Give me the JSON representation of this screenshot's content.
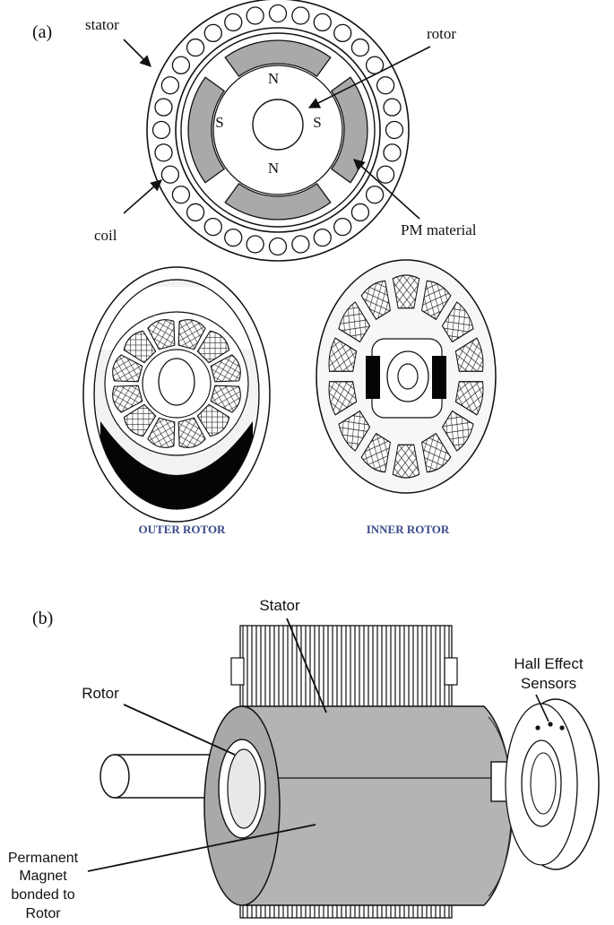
{
  "panel_a": {
    "label": "(a)",
    "labels": {
      "stator": "stator",
      "rotor": "rotor",
      "coil": "coil",
      "pm_material": "PM material",
      "pole_n_top": "N",
      "pole_n_bottom": "N",
      "pole_s_left": "S",
      "pole_s_right": "S"
    },
    "captions": {
      "outer_rotor": "OUTER ROTOR",
      "inner_rotor": "INNER ROTOR"
    }
  },
  "panel_b": {
    "label": "(b)",
    "labels": {
      "stator": "Stator",
      "rotor": "Rotor",
      "hall_line1": "Hall Effect",
      "hall_line2": "Sensors",
      "pm_line1": "Permanent",
      "pm_line2": "Magnet",
      "pm_line3": "bonded to",
      "pm_line4": "Rotor"
    }
  },
  "colors": {
    "magnet_gray": "#a9a9a9",
    "body_gray": "#b4b4b4",
    "ink": "#111111",
    "caption_blue": "#3a4a8a"
  }
}
